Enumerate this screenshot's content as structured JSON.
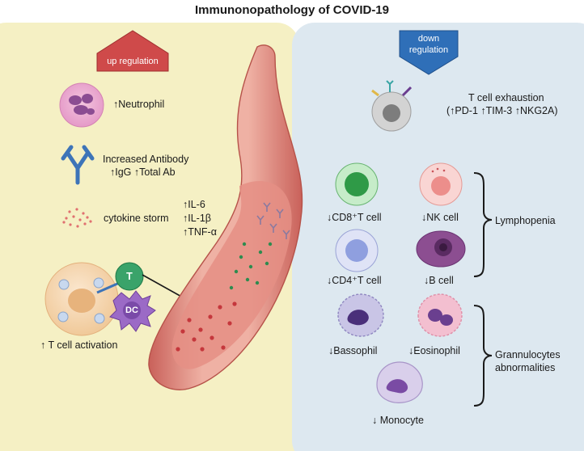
{
  "title": "Immunonopathology of COVID-19",
  "left_panel": {
    "badge": "up regulation",
    "neutrophil": "↑Neutrophil",
    "antibody": {
      "line1": "Increased Antibody",
      "line2": "↑IgG  ↑Total Ab"
    },
    "cytokine": {
      "label": "cytokine storm",
      "items": [
        "↑IL-6",
        "↑IL-1β",
        "↑TNF-α"
      ]
    },
    "t_activation": {
      "cell_t": "T",
      "cell_dc": "DC",
      "label": "↑ T cell activation"
    }
  },
  "right_panel": {
    "badge_line1": "down",
    "badge_line2": "regulation",
    "exhaustion": {
      "line1": "T cell exhaustion",
      "line2": "(↑PD-1 ↑TIM-3 ↑NKG2A)"
    },
    "lymphopenia": {
      "group_label": "Lymphopenia",
      "cd8": "↓CD8⁺T cell",
      "nk": "↓NK cell",
      "cd4": "↓CD4⁺T cell",
      "b": "↓B cell"
    },
    "granulocytes": {
      "group_line1": "Grannulocytes",
      "group_line2": "abnormalities",
      "basophil": "↓Bassophil",
      "eosinophil": "↓Eosinophil",
      "monocyte": "↓ Monocyte"
    }
  },
  "colors": {
    "left_bg": "#f5f0c4",
    "right_bg": "#dde8f0",
    "up_arrow": "#cf4a4a",
    "down_arrow": "#2f6fb8",
    "vessel": "#e39a8b"
  }
}
